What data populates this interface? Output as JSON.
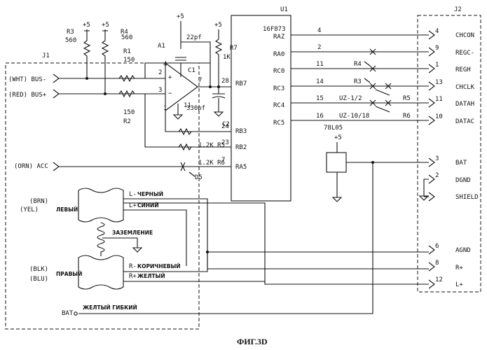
{
  "caption": "ФИГ.3D",
  "labels": {
    "j1": "J1",
    "j2": "J2",
    "u1": "U1",
    "u1_part": "16F873"
  },
  "j1": {
    "bus_minus": "(WHT) BUS-",
    "bus_plus": "(RED) BUS+",
    "acc": "(ORN) ACC",
    "brn": "(BRN)",
    "yel": "(YEL)",
    "left": "ЛЕВЫЙ",
    "blk": "(BLK)",
    "blu": "(BLU)",
    "right": "ПРАВЫЙ",
    "bat": "BAT",
    "bat_wire": "ЖЕЛТЫЙ ГИБКИЙ",
    "ground": "ЗАЗЕМЛЕНИЕ"
  },
  "supplies": {
    "r3": "+5",
    "r4": "+5",
    "a1": "+5",
    "r7": "+5",
    "reg": "+5"
  },
  "components": {
    "r3": "R3",
    "r3_val": "560",
    "r4": "R4",
    "r4_val": "560",
    "r1": "R1",
    "r1_val": "150",
    "r2": "R2",
    "r2_val": "150",
    "a1": "A1",
    "c1": "C1",
    "c1_val": "22pf",
    "r7": "R7",
    "r7_val": "1K",
    "c2": "C2",
    "c2_val": "330pf",
    "r5": "1.2K R5",
    "r6": "1.2K R6",
    "d5": "D5",
    "reg": "78L05"
  },
  "pins": {
    "a1_2": "2",
    "a1_3": "3",
    "a1_4": "4",
    "a1_1": "1",
    "a1_7": "7",
    "a1_11": "11"
  },
  "u1": {
    "rb7": "RB7",
    "rb3": "RB3",
    "rb2": "RB2",
    "ra5": "RA5",
    "pin28": "28",
    "pin24": "24",
    "pin23": "23",
    "pin7": "7",
    "raz": "RAZ",
    "ra0": "RA0",
    "rc0": "RC0",
    "rc3": "RC3",
    "rc4": "RC4",
    "rc5": "RC5"
  },
  "wires": {
    "p4": "4",
    "p2": "2",
    "p11": "11",
    "p14": "14",
    "p15": "15",
    "p16": "16",
    "r4": "R4",
    "r3": "R3",
    "uz1": "UZ-1/2",
    "uz2": "UZ-10/18",
    "r5": "R5",
    "r6": "R6",
    "lminus": "L-",
    "lminus_ru": "ЧЕРНЫЙ",
    "lplus": "L+",
    "lplus_ru": "СИНИЙ",
    "rminus": "R-",
    "rminus_ru": "КОРИЧНЕВЫЙ",
    "rplus": "R+",
    "rplus_ru": "ЖЕЛТЫЙ"
  },
  "j2": {
    "p4": "4",
    "chcon": "CHCON",
    "p9": "9",
    "regc": "REGC-",
    "p1": "1",
    "regh": "REGH",
    "p13": "13",
    "chclk": "CHCLK",
    "p11": "11",
    "datah": "DATAH",
    "p10": "10",
    "datac": "DATAC",
    "p3": "3",
    "bat": "BAT",
    "p2": "2",
    "dgnd": "DGND",
    "shield": "SHIELD",
    "p6": "6",
    "agnd": "AGND",
    "p8": "8",
    "rplus": "R+",
    "p12": "12",
    "lplus": "L+"
  }
}
